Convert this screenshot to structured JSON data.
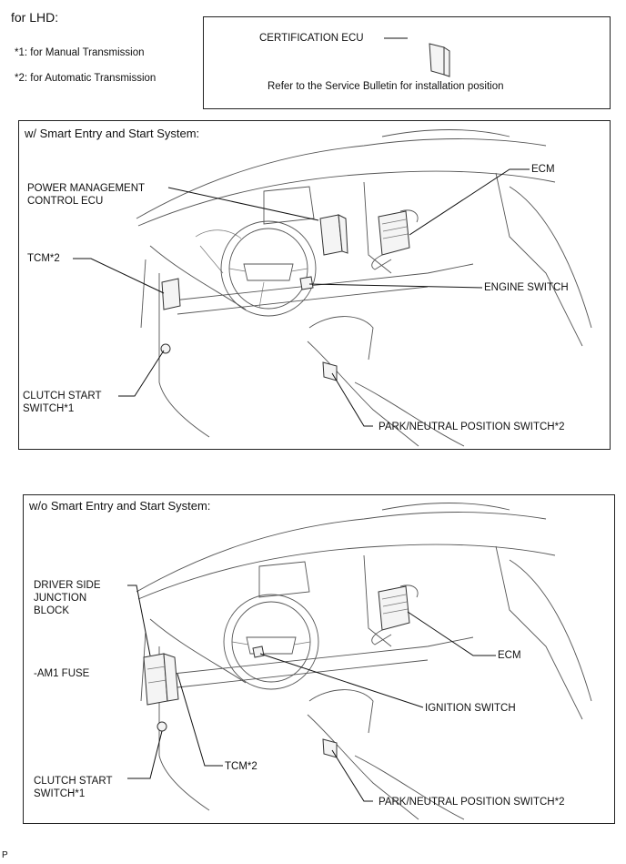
{
  "header": {
    "title": "for LHD:",
    "notes": [
      "*1: for Manual Transmission",
      "*2: for Automatic Transmission"
    ]
  },
  "cert_box": {
    "label": "CERTIFICATION ECU",
    "note": "Refer to the Service Bulletin for installation position"
  },
  "panel1": {
    "title": "w/ Smart Entry and Start System:",
    "labels": {
      "power_mgmt_line1": "POWER MANAGEMENT",
      "power_mgmt_line2": "CONTROL ECU",
      "ecm": "ECM",
      "tcm": "TCM*2",
      "engine_switch": "ENGINE SWITCH",
      "clutch_line1": "CLUTCH START",
      "clutch_line2": "SWITCH*1",
      "park_neutral": "PARK/NEUTRAL POSITION SWITCH*2"
    }
  },
  "panel2": {
    "title": "w/o Smart Entry and Start System:",
    "labels": {
      "jb_line1": "DRIVER SIDE",
      "jb_line2": "JUNCTION",
      "jb_line3": "BLOCK",
      "am1_fuse": "-AM1 FUSE",
      "ecm": "ECM",
      "ignition_switch": "IGNITION SWITCH",
      "tcm": "TCM*2",
      "clutch_line1": "CLUTCH START",
      "clutch_line2": "SWITCH*1",
      "park_neutral": "PARK/NEUTRAL POSITION SWITCH*2"
    }
  },
  "footer": {
    "mark": "P"
  }
}
